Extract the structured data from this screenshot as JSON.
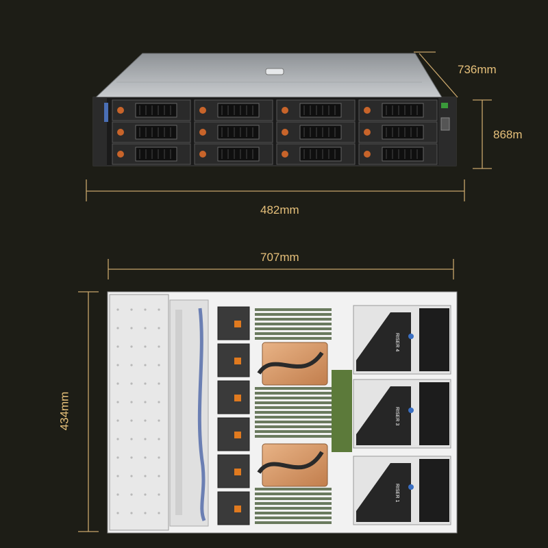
{
  "colors": {
    "background": "#1d1d16",
    "dimension_line": "#c9a66b",
    "dimension_text": "#e6c07a",
    "chassis_silver": "#b9bcc0",
    "front_panel": "#1c1c1c",
    "copper_heatsink": "#d9a070"
  },
  "dimensions": {
    "depth_front": "736mm",
    "height_front": "868m",
    "width_front": "482mm",
    "depth_top": "707mm",
    "width_top": "434mm"
  },
  "front_view": {
    "drive_bays": {
      "rows": 3,
      "columns": 4
    },
    "icons": [
      "power-button-icon",
      "usb-port-icon",
      "status-led-icon"
    ]
  },
  "top_view": {
    "risers": [
      "RISER 4",
      "RISER 3",
      "RISER 1"
    ],
    "cpu_heatsinks": 2,
    "fans": 6
  }
}
